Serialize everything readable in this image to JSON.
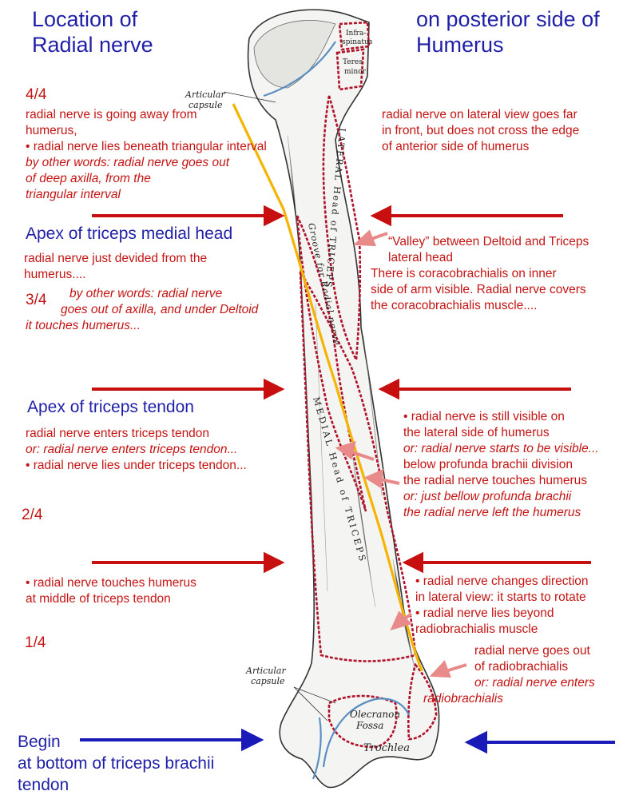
{
  "title": {
    "left": [
      "Location of",
      "Radial nerve"
    ],
    "right": [
      "on posterior side of",
      "Humerus"
    ]
  },
  "bone_labels": {
    "infraspinatus": [
      "Infra-",
      "spinatus"
    ],
    "teres_minor": [
      "Teres",
      "minor"
    ],
    "articular_capsule_top": [
      "Articular",
      "capsule"
    ],
    "articular_capsule_bottom": [
      "Articular",
      "capsule"
    ],
    "lateral_head": "LATERAL Head of TRICEPS",
    "groove": "Groove for Radial nerve",
    "medial_head": "MEDIAL Head of TRICEPS",
    "olecranon_fossa": [
      "Olecranon",
      "Fossa"
    ],
    "trochlea": "Trochlea"
  },
  "quarters": {
    "q4": "4/4",
    "q3": "3/4",
    "q2": "2/4",
    "q1": "1/4"
  },
  "headings": {
    "medial_apex": "Apex of triceps medial head",
    "tendon_apex": "Apex of triceps tendon",
    "begin": [
      "Begin",
      "at bottom of triceps brachii",
      "tendon"
    ]
  },
  "notes": {
    "left_top": [
      {
        "text": "radial nerve is going away from",
        "italic": false
      },
      {
        "text": "humerus,",
        "italic": false
      },
      {
        "text": "• radial nerve lies beneath triangular interval",
        "italic": false
      },
      {
        "text": "by other words: radial nerve goes out",
        "italic": true
      },
      {
        "text": "of deep axilla, from the",
        "italic": true
      },
      {
        "text": "triangular interval",
        "italic": true
      }
    ],
    "right_top": [
      "radial nerve on lateral view goes far",
      "in front, but does not cross the edge",
      "of anterior side of humerus"
    ],
    "left_mid_a": [
      "radial nerve just devided from the",
      "humerus...."
    ],
    "left_mid_b": [
      "by other words: radial nerve",
      "goes out of axilla, and under Deltoid",
      "it touches humerus..."
    ],
    "right_mid": [
      "“Valley” between Deltoid and Triceps",
      "lateral head",
      "There is coracobrachialis on inner",
      "side of arm visible. Radial nerve covers",
      "the coracobrachialis muscle...."
    ],
    "left_tendon": [
      {
        "text": "radial nerve enters triceps tendon",
        "italic": false
      },
      {
        "text": "or: radial nerve enters triceps tendon...",
        "italic": true
      },
      {
        "text": "• radial nerve lies under triceps tendon...",
        "italic": false
      }
    ],
    "right_tendon": [
      {
        "text": "• radial nerve is still visible on",
        "italic": false
      },
      {
        "text": "the lateral side of humerus",
        "italic": false
      },
      {
        "text": "or: radial nerve starts to be visible...",
        "italic": true
      },
      {
        "text": "below profunda brachii division",
        "italic": false
      },
      {
        "text": "the radial nerve touches humerus",
        "italic": false
      },
      {
        "text": "or: just bellow profunda brachii",
        "italic": true
      },
      {
        "text": "the radial nerve left the humerus",
        "italic": true
      }
    ],
    "left_low": [
      "• radial nerve touches humerus",
      "at middle of triceps tendon"
    ],
    "right_low": [
      {
        "text": "• radial nerve changes direction",
        "italic": false
      },
      {
        "text": "in lateral view: it starts to rotate",
        "italic": false
      },
      {
        "text": "• radial nerve lies beyond",
        "italic": false
      },
      {
        "text": "radiobrachialis muscle",
        "italic": false
      }
    ],
    "right_bottom": [
      {
        "text": "radial nerve goes out",
        "italic": false
      },
      {
        "text": "of radiobrachialis",
        "italic": false
      },
      {
        "text": "or: radial nerve enters",
        "italic": true
      },
      {
        "text": "radiobrachialis",
        "italic": true
      }
    ]
  },
  "colors": {
    "title_blue": "#1f1fa8",
    "text_red": "#c41414",
    "arrow_red": "#c80f0f",
    "arrow_pink": "#e88a8a",
    "arrow_blue": "#1a1ab8",
    "nerve_yellow": "#f5b400",
    "muscle_outline": "#b0122a",
    "capsule_blue": "#5a8fc4"
  }
}
